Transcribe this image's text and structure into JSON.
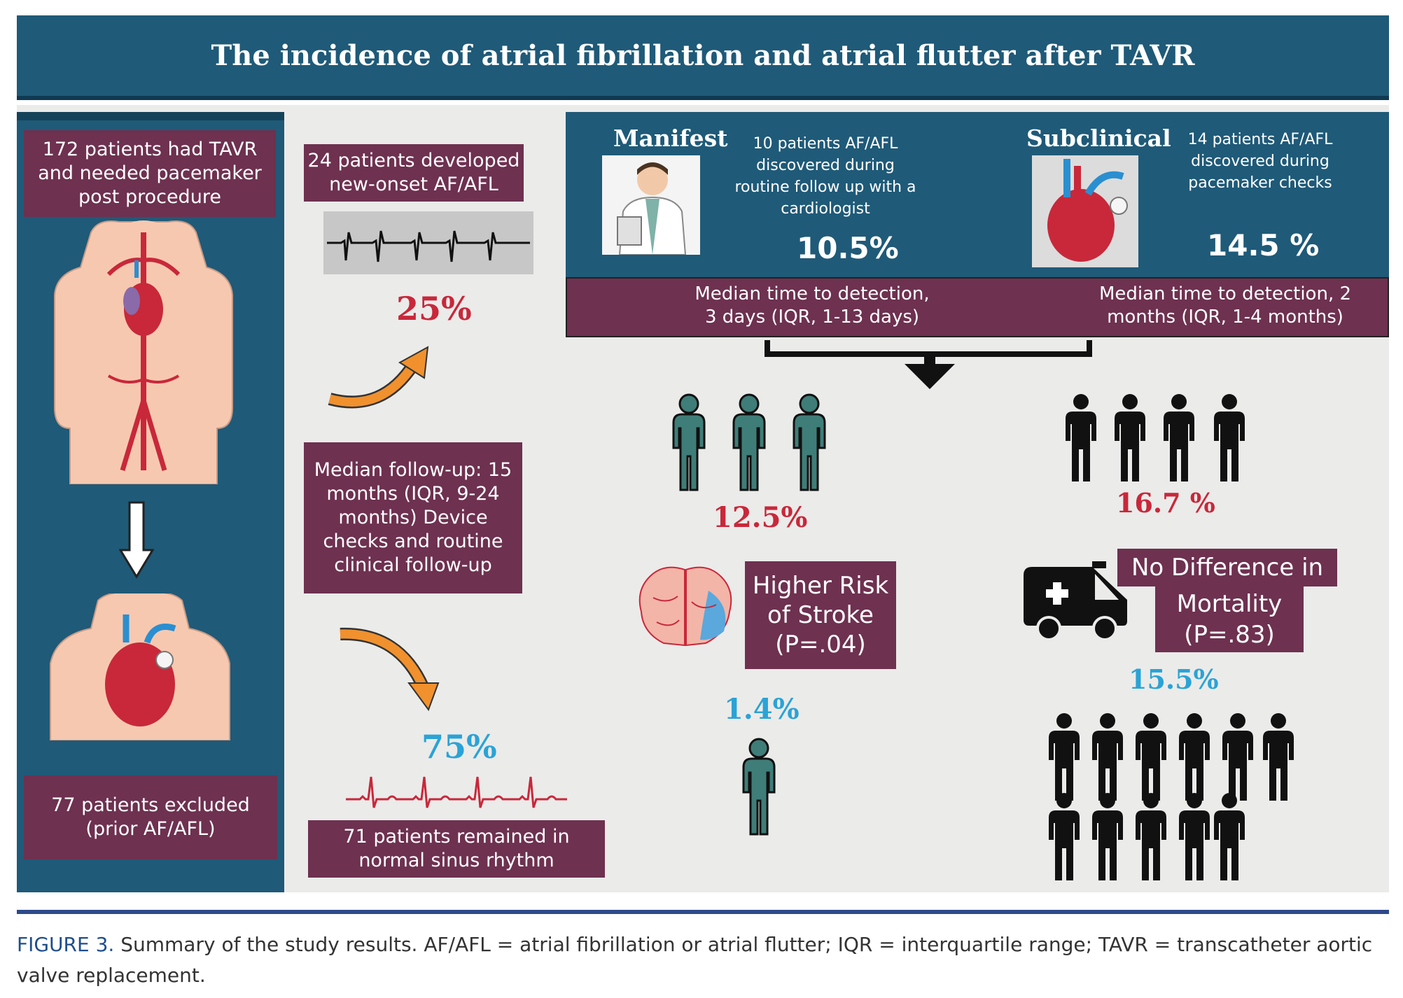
{
  "header": {
    "title": "The incidence of atrial fibrillation and atrial flutter after TAVR"
  },
  "left": {
    "top_box": "172 patients had TAVR and needed pacemaker post procedure",
    "bottom_box": "77 patients excluded (prior AF/AFL)"
  },
  "middle": {
    "af_box": "24 patients developed new-onset AF/AFL",
    "af_pct": "25%",
    "followup_box": "Median follow-up: 15 months (IQR, 9-24 months) Device checks and routine clinical follow-up",
    "nsr_pct": "75%",
    "nsr_box": "71 patients remained in normal sinus rhythm"
  },
  "manifest": {
    "title": "Manifest",
    "desc": "10 patients AF/AFL discovered during routine follow up with a cardiologist",
    "pct": "10.5%",
    "detection": "Median time to detection, 3 days (IQR, 1-13 days)"
  },
  "subclinical": {
    "title": "Subclinical",
    "desc": "14 patients AF/AFL discovered during pacemaker checks",
    "pct": "14.5 %",
    "detection": "Median time to detection, 2 months (IQR, 1-4 months)"
  },
  "outcomes": {
    "stroke_af_pct": "12.5%",
    "stroke_box": [
      "Higher Risk",
      "of Stroke",
      "(P=.04)"
    ],
    "stroke_nsr_pct": "1.4%",
    "mort_af_pct": "16.7 %",
    "mort_box_line1": "No Difference in",
    "mort_box_line2": "Mortality",
    "mort_box_line3": "(P=.83)",
    "mort_nsr_pct": "15.5%"
  },
  "colors": {
    "navy": "#1f5a78",
    "plum": "#6e3150",
    "red": "#c8283a",
    "cyan": "#2aa3d6",
    "teal": "#3f7d78",
    "orange": "#f0912e"
  },
  "caption": {
    "label": "FIGURE 3.",
    "text": " Summary of the study results. AF/AFL = atrial fibrillation or atrial flutter; IQR = interquartile range; TAVR = transcatheter aortic valve replacement."
  }
}
